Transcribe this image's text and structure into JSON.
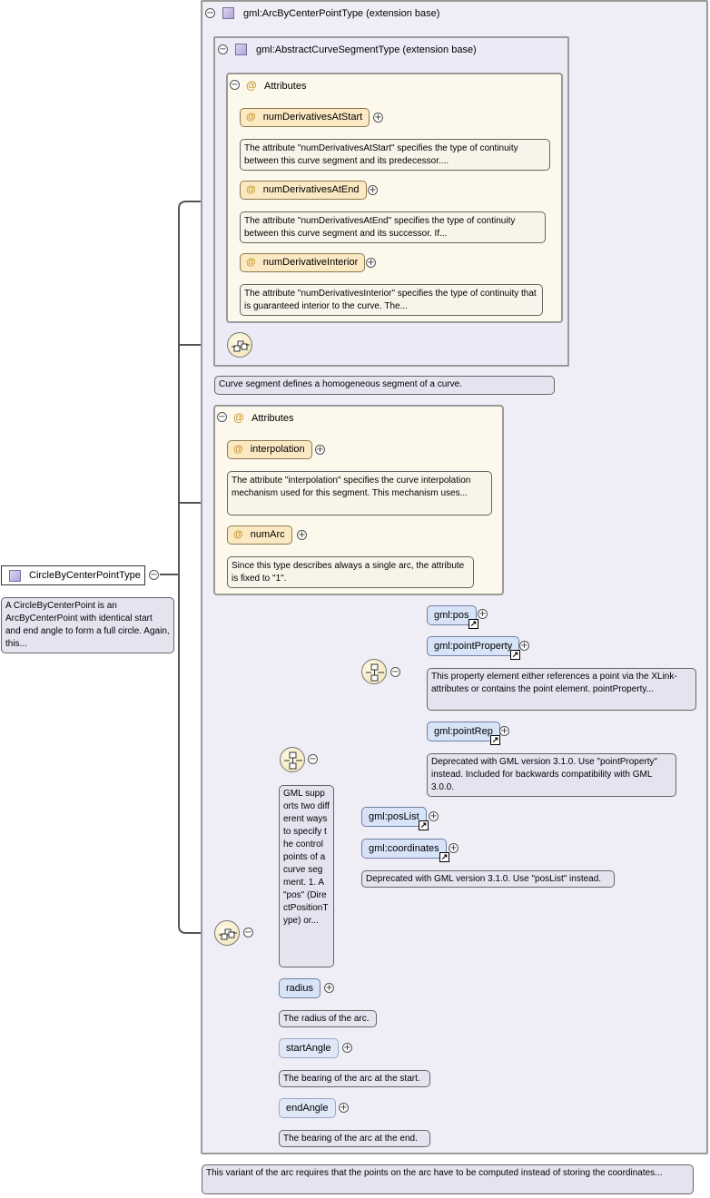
{
  "root": {
    "name": "CircleByCenterPointType",
    "doc": "A CircleByCenterPoint is an ArcByCenterPoint with identical start and end angle to form a full circle. Again, this..."
  },
  "base": {
    "title": "gml:ArcByCenterPointType (extension base)",
    "doc": "This variant of the arc requires that the points on the arc have to be computed instead of storing the coordinates..."
  },
  "abstract_base": {
    "title": "gml:AbstractCurveSegmentType (extension base)",
    "doc": "Curve segment defines a homogeneous segment of a curve.",
    "attributes_label": "Attributes",
    "attributes": [
      {
        "name": "numDerivativesAtStart",
        "doc": "The attribute \"numDerivativesAtStart\" specifies the type of continuity between this curve segment and its predecessor...."
      },
      {
        "name": "numDerivativesAtEnd",
        "doc": "The attribute \"numDerivativesAtEnd\" specifies the type of continuity between this curve segment and its successor. If..."
      },
      {
        "name": "numDerivativeInterior",
        "doc": "The attribute \"numDerivativesInterior\" specifies the type of continuity that is guaranteed interior to the curve. The..."
      }
    ]
  },
  "arc_attributes": {
    "label": "Attributes",
    "items": [
      {
        "name": "interpolation",
        "doc": "The attribute \"interpolation\" specifies the curve interpolation mechanism used for this segment. This mechanism uses..."
      },
      {
        "name": "numArc",
        "doc": "Since this type describes always a single arc, the attribute is fixed to \"1\"."
      }
    ]
  },
  "choice_doc": "GML supports two different ways to specify the control points of a curve segment. 1. A \"pos\" (DirectPositionType) or...",
  "points": {
    "pos": "gml:pos",
    "pointProperty": "gml:pointProperty",
    "pointProperty_doc": "This property element either references a point via the XLink-attributes or contains the point element. pointProperty...",
    "pointRep": "gml:pointRep",
    "pointRep_doc": "Deprecated with GML version 3.1.0. Use \"pointProperty\" instead. Included for backwards compatibility with GML 3.0.0.",
    "posList": "gml:posList",
    "coordinates": "gml:coordinates",
    "coordinates_doc": "Deprecated with GML version 3.1.0. Use \"posList\" instead."
  },
  "elements": {
    "radius": "radius",
    "radius_doc": "The radius of the arc.",
    "startAngle": "startAngle",
    "startAngle_doc": "The bearing of the arc at the start.",
    "endAngle": "endAngle",
    "endAngle_doc": "The bearing of the arc at the end."
  },
  "symbols": {
    "at": "@",
    "minus": "−",
    "plus": "+",
    "ref": "↗"
  }
}
